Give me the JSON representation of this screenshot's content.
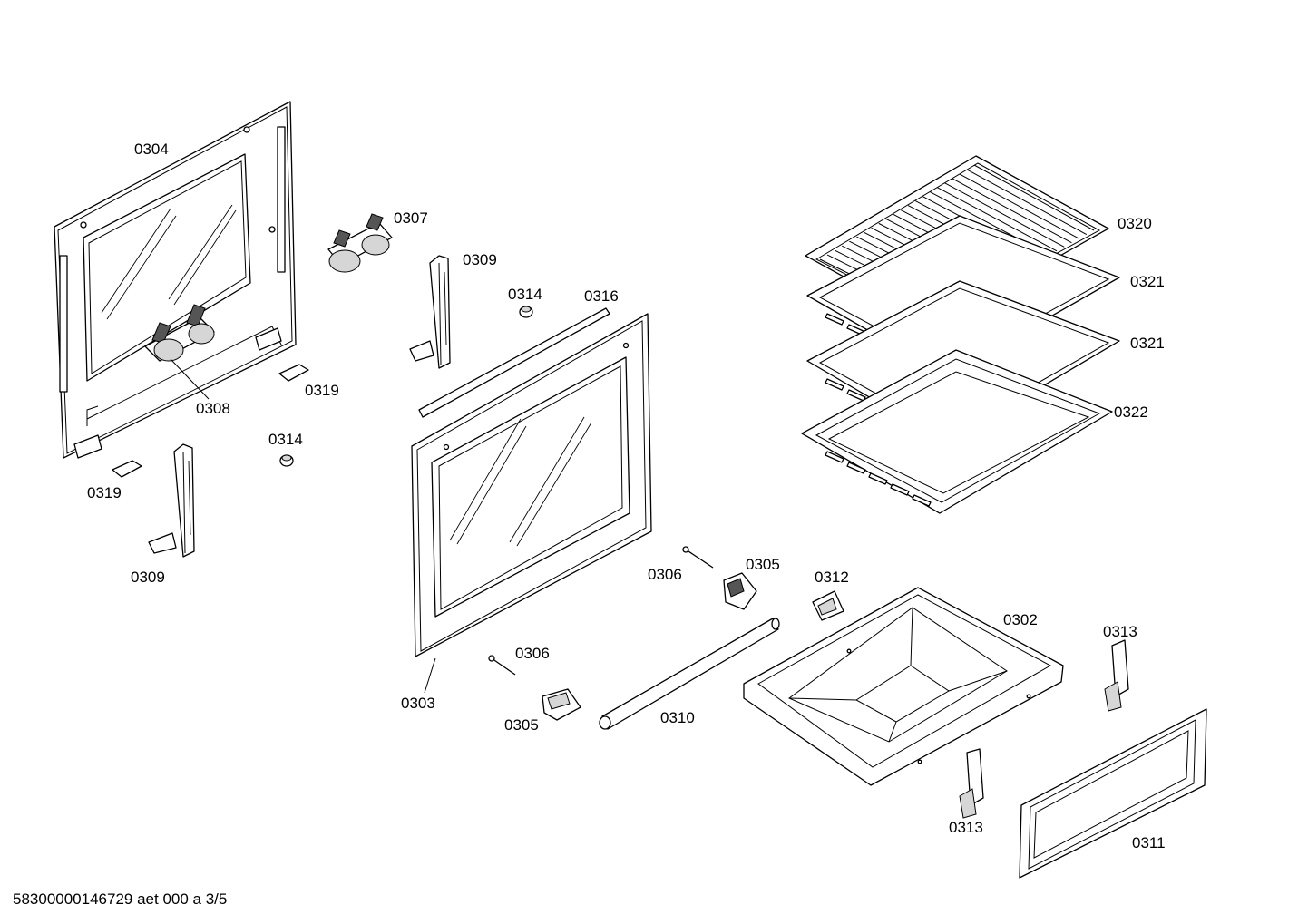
{
  "labels": {
    "p0304": "0304",
    "p0307": "0307",
    "p0309a": "0309",
    "p0314a": "0314",
    "p0316": "0316",
    "p0320": "0320",
    "p0321a": "0321",
    "p0321b": "0321",
    "p0322": "0322",
    "p0319a": "0319",
    "p0308": "0308",
    "p0314b": "0314",
    "p0319b": "0319",
    "p0309b": "0309",
    "p0305a": "0305",
    "p0306a": "0306",
    "p0312": "0312",
    "p0302": "0302",
    "p0313a": "0313",
    "p0306b": "0306",
    "p0303": "0303",
    "p0305b": "0305",
    "p0310": "0310",
    "p0313b": "0313",
    "p0311": "0311"
  },
  "footer": {
    "document_id": "58300000146729 aet 000 a 3/5"
  }
}
